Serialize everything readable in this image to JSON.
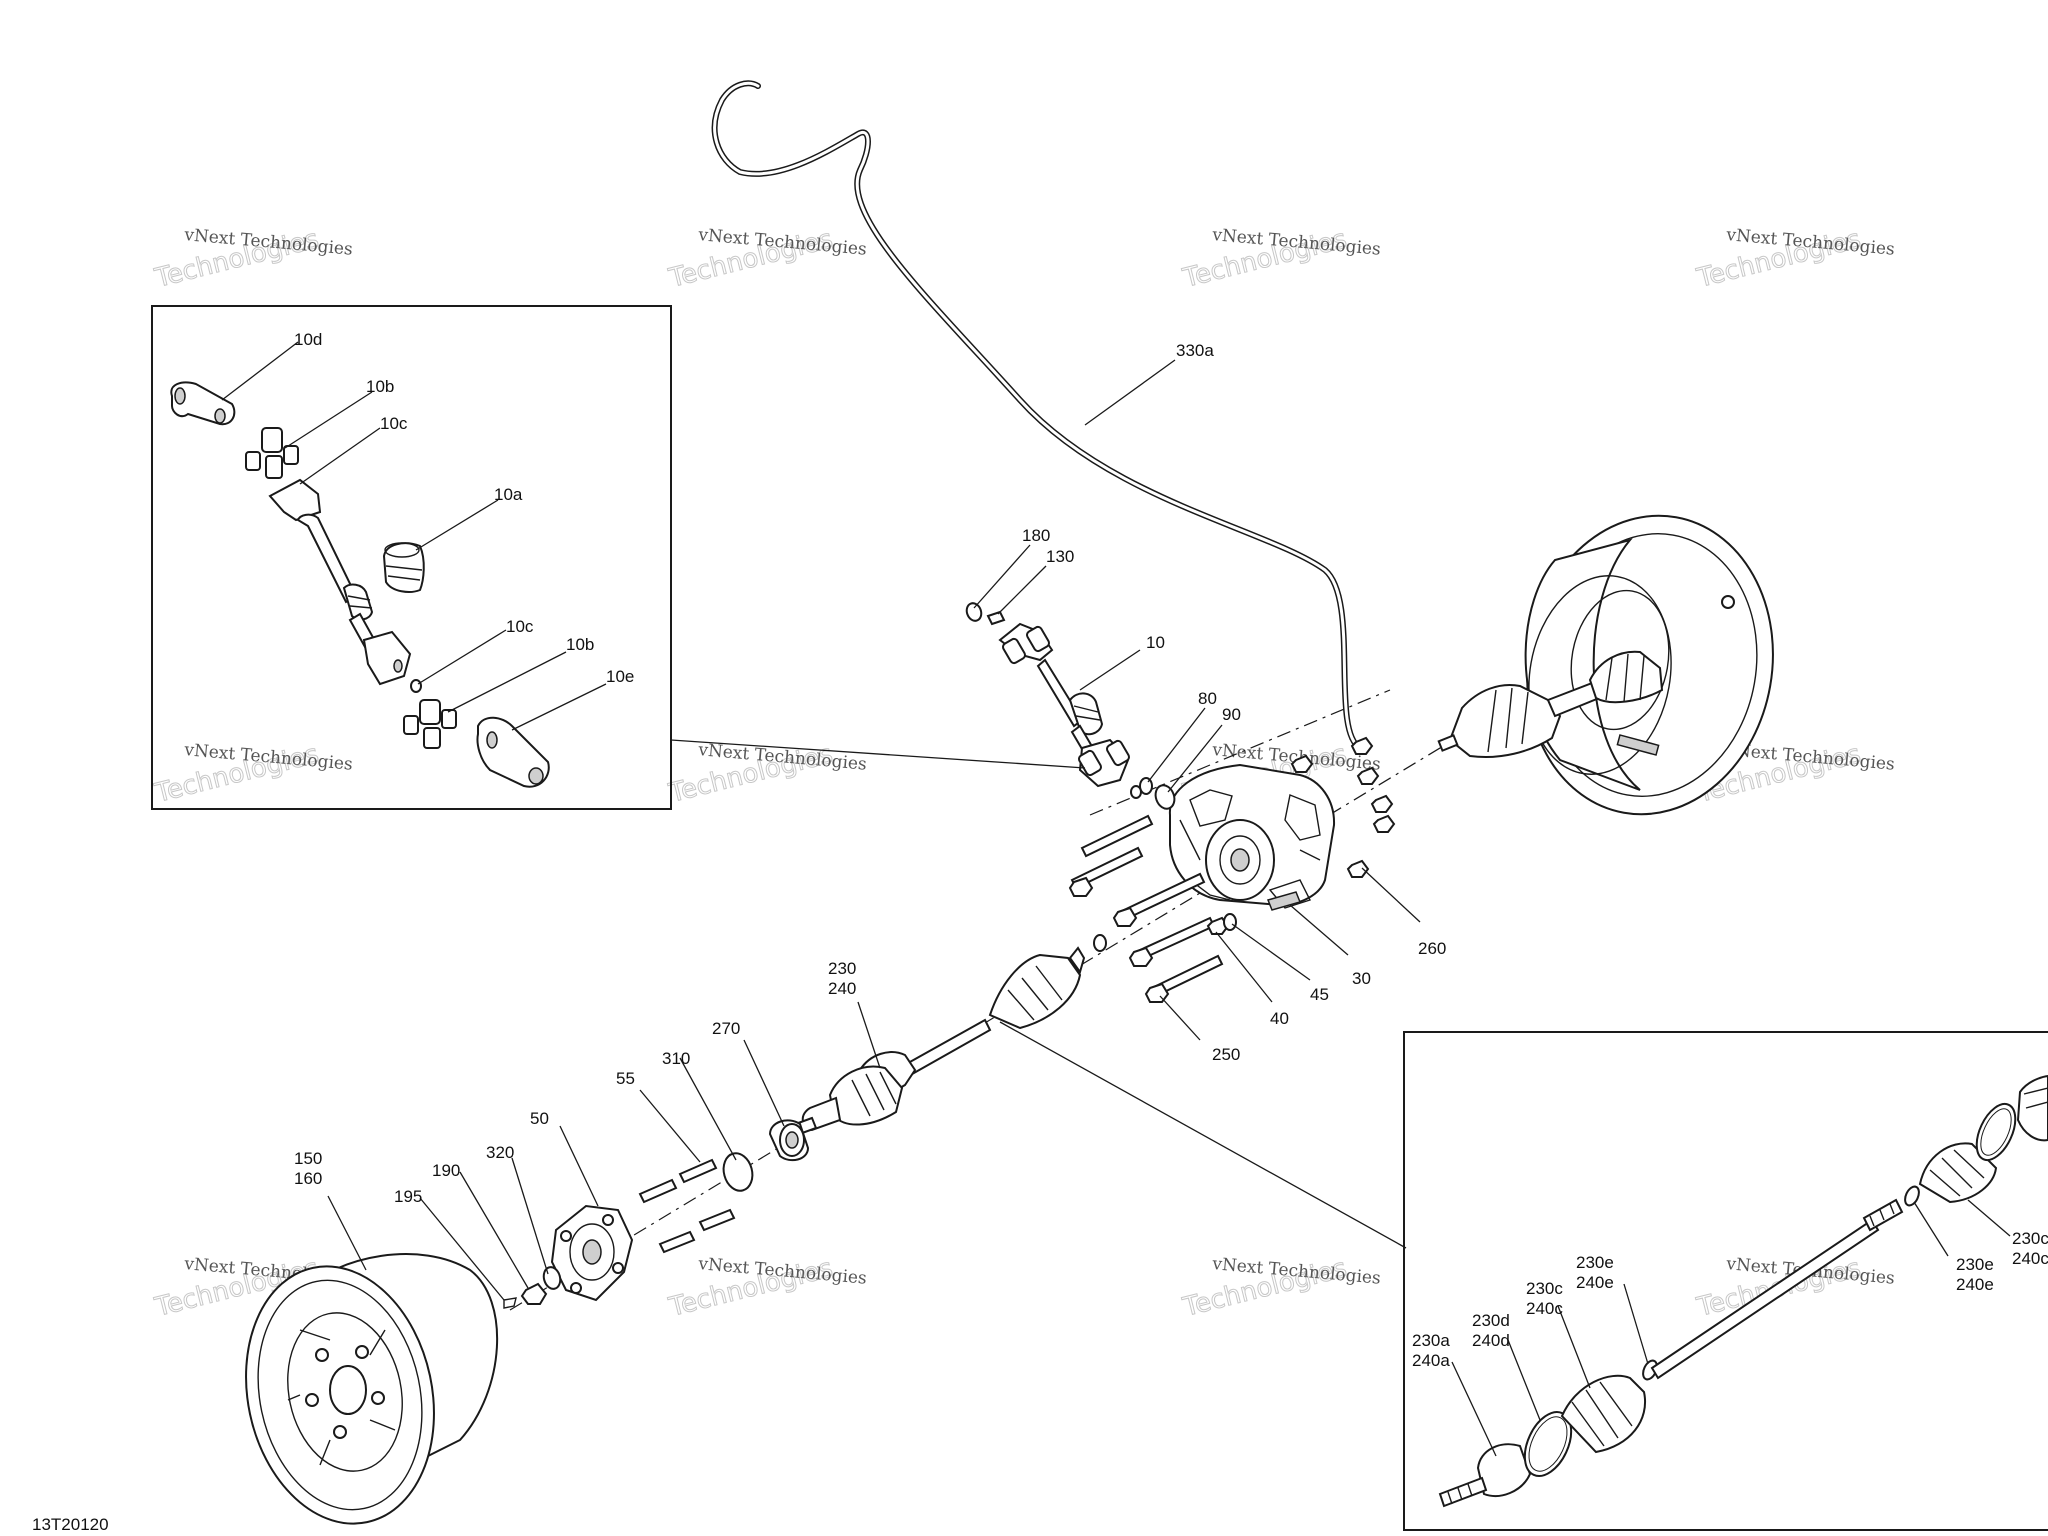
{
  "figure_code": "13T20120",
  "watermark": {
    "line1": "vNext Technologies",
    "line2": "Technologies"
  },
  "callouts": {
    "c330a": "330a",
    "c180": "180",
    "c130": "130",
    "c10": "10",
    "c80": "80",
    "c90": "90",
    "c260": "260",
    "c30": "30",
    "c45": "45",
    "c40": "40",
    "c250": "250",
    "c230": "230",
    "c240": "240",
    "c270": "270",
    "c310": "310",
    "c55": "55",
    "c50": "50",
    "c320": "320",
    "c190": "190",
    "c195": "195",
    "c150": "150",
    "c160": "160"
  },
  "inset_top": {
    "c10d": "10d",
    "c10b_top": "10b",
    "c10c_top": "10c",
    "c10a": "10a",
    "c10c_bot": "10c",
    "c10b_bot": "10b",
    "c10e": "10e"
  },
  "inset_bottom": {
    "c230a": "230a",
    "c240a": "240a",
    "c230d": "230d",
    "c240d": "240d",
    "c230c": "230c",
    "c240c": "240c",
    "c230e_l": "230e",
    "c240e_l": "240e",
    "c230e_r": "230e",
    "c240e_r": "240e",
    "c230c_r": "230c",
    "c240c_r": "240c"
  }
}
